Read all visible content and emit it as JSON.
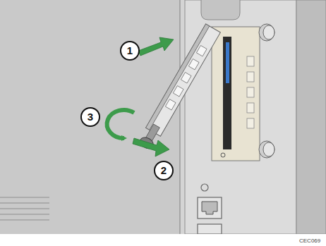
{
  "diagram": {
    "labels": [
      "1",
      "2",
      "3",
      "CEC069"
    ]
  }
}
